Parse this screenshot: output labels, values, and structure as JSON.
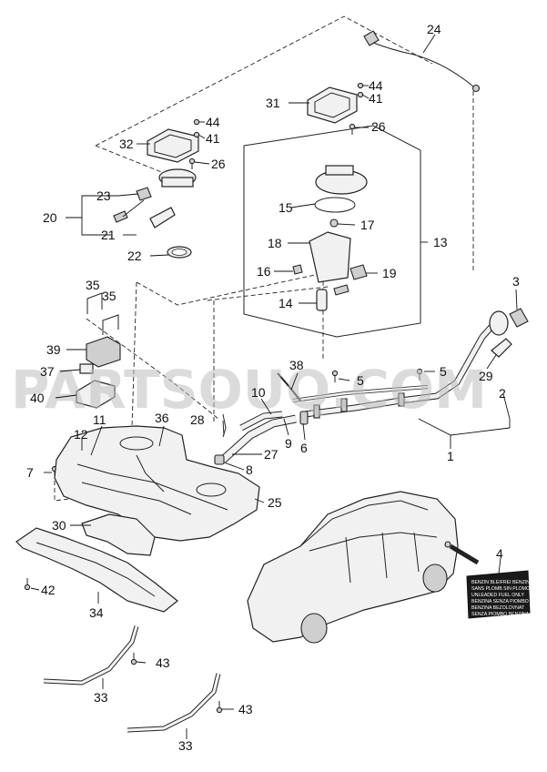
{
  "watermark": "PARTSOUQ.COM",
  "callouts": [
    {
      "id": "c24",
      "text": "24"
    },
    {
      "id": "c44a",
      "text": "44"
    },
    {
      "id": "c41a",
      "text": "41"
    },
    {
      "id": "c31",
      "text": "31"
    },
    {
      "id": "c26a",
      "text": "26"
    },
    {
      "id": "c44b",
      "text": "44"
    },
    {
      "id": "c41b",
      "text": "41"
    },
    {
      "id": "c32",
      "text": "32"
    },
    {
      "id": "c26b",
      "text": "26"
    },
    {
      "id": "c23",
      "text": "23"
    },
    {
      "id": "c20",
      "text": "20"
    },
    {
      "id": "c21",
      "text": "21"
    },
    {
      "id": "c22",
      "text": "22"
    },
    {
      "id": "c15",
      "text": "15"
    },
    {
      "id": "c17",
      "text": "17"
    },
    {
      "id": "c13",
      "text": "13"
    },
    {
      "id": "c18",
      "text": "18"
    },
    {
      "id": "c16",
      "text": "16"
    },
    {
      "id": "c19",
      "text": "19"
    },
    {
      "id": "c14",
      "text": "14"
    },
    {
      "id": "c3",
      "text": "3"
    },
    {
      "id": "c35a",
      "text": "35"
    },
    {
      "id": "c35b",
      "text": "35"
    },
    {
      "id": "c39",
      "text": "39"
    },
    {
      "id": "c37",
      "text": "37"
    },
    {
      "id": "c40",
      "text": "40"
    },
    {
      "id": "c38",
      "text": "38"
    },
    {
      "id": "c5a",
      "text": "5"
    },
    {
      "id": "c5b",
      "text": "5"
    },
    {
      "id": "c29",
      "text": "29"
    },
    {
      "id": "c2",
      "text": "2"
    },
    {
      "id": "c10",
      "text": "10"
    },
    {
      "id": "c11",
      "text": "11"
    },
    {
      "id": "c36",
      "text": "36"
    },
    {
      "id": "c28",
      "text": "28"
    },
    {
      "id": "c9",
      "text": "9"
    },
    {
      "id": "c6",
      "text": "6"
    },
    {
      "id": "c12",
      "text": "12"
    },
    {
      "id": "c27",
      "text": "27"
    },
    {
      "id": "c1",
      "text": "1"
    },
    {
      "id": "c7",
      "text": "7"
    },
    {
      "id": "c8",
      "text": "8"
    },
    {
      "id": "c25",
      "text": "25"
    },
    {
      "id": "c30",
      "text": "30"
    },
    {
      "id": "c4",
      "text": "4"
    },
    {
      "id": "c42",
      "text": "42"
    },
    {
      "id": "c34",
      "text": "34"
    },
    {
      "id": "c43a",
      "text": "43"
    },
    {
      "id": "c33a",
      "text": "33"
    },
    {
      "id": "c43b",
      "text": "43"
    },
    {
      "id": "c33b",
      "text": "33"
    }
  ],
  "fuel_label": {
    "lines": [
      "BENZIN BLEIFREI BENZINE",
      "SANS PLOMB SIN PLOMO",
      "UNLEADED FUEL ONLY",
      "BENZINA SENZA PIOMBO",
      "BENZINA BEZOLOVNAT",
      "SENZA PIOMBO BENZINA"
    ]
  }
}
